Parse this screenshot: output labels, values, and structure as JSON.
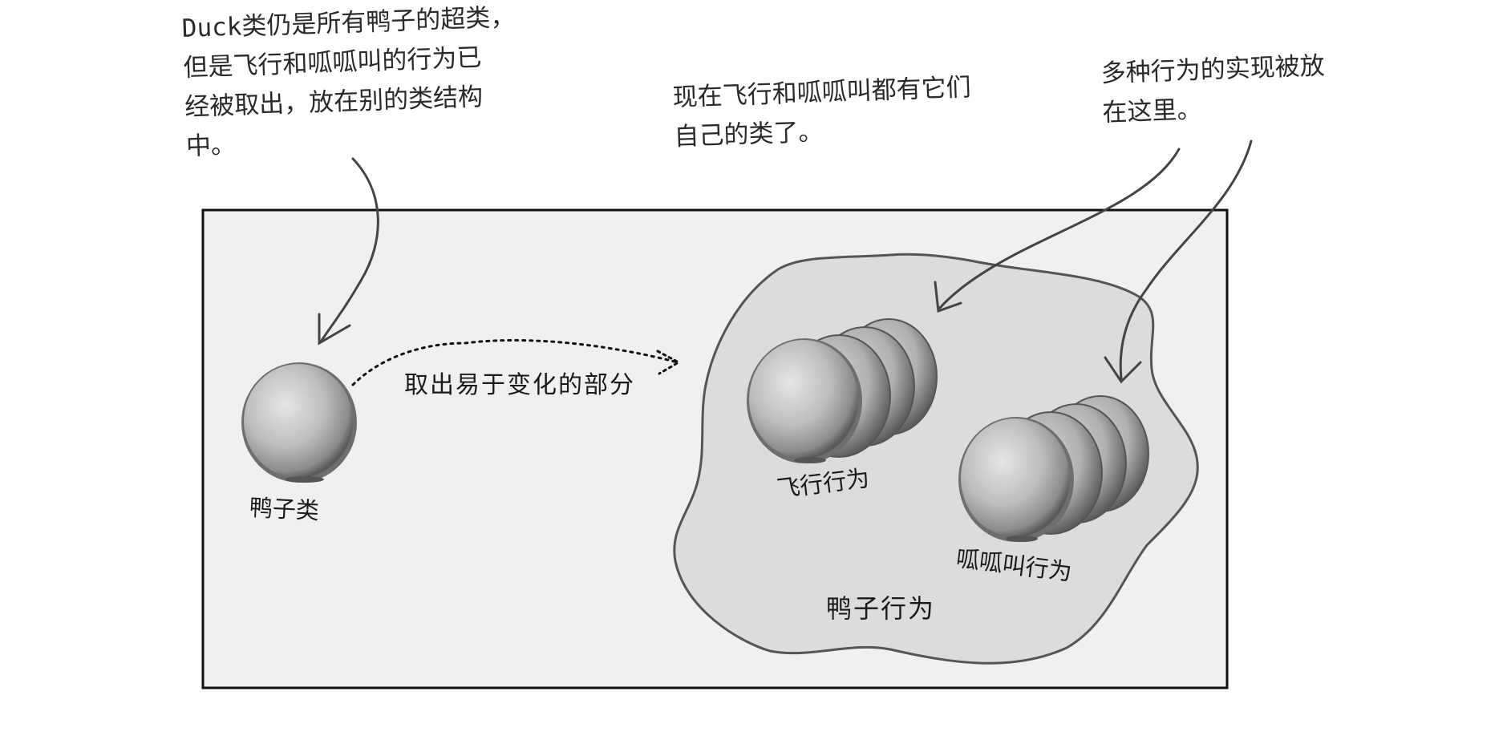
{
  "annotations": {
    "duck_class_note": "Duck类仍是所有鸭子的超类，\n但是飞行和呱呱叫的行为已\n经被取出，放在别的类结构\n中。",
    "own_classes_note": "现在飞行和呱呱叫都有它们\n自己的类了。",
    "implementations_note": "多种行为的实现被放\n在这里。"
  },
  "labels": {
    "extract": "取出易于变化的部分",
    "duck_class": "鸭子类",
    "fly_behavior": "飞行行为",
    "quack_behavior": "呱呱叫行为",
    "duck_behaviors": "鸭子行为"
  },
  "colors": {
    "frame_fill": "#f0f0f0",
    "blob_fill": "#dcdcdc",
    "stroke": "#444444",
    "ball_mid": "#b8b8b8"
  }
}
